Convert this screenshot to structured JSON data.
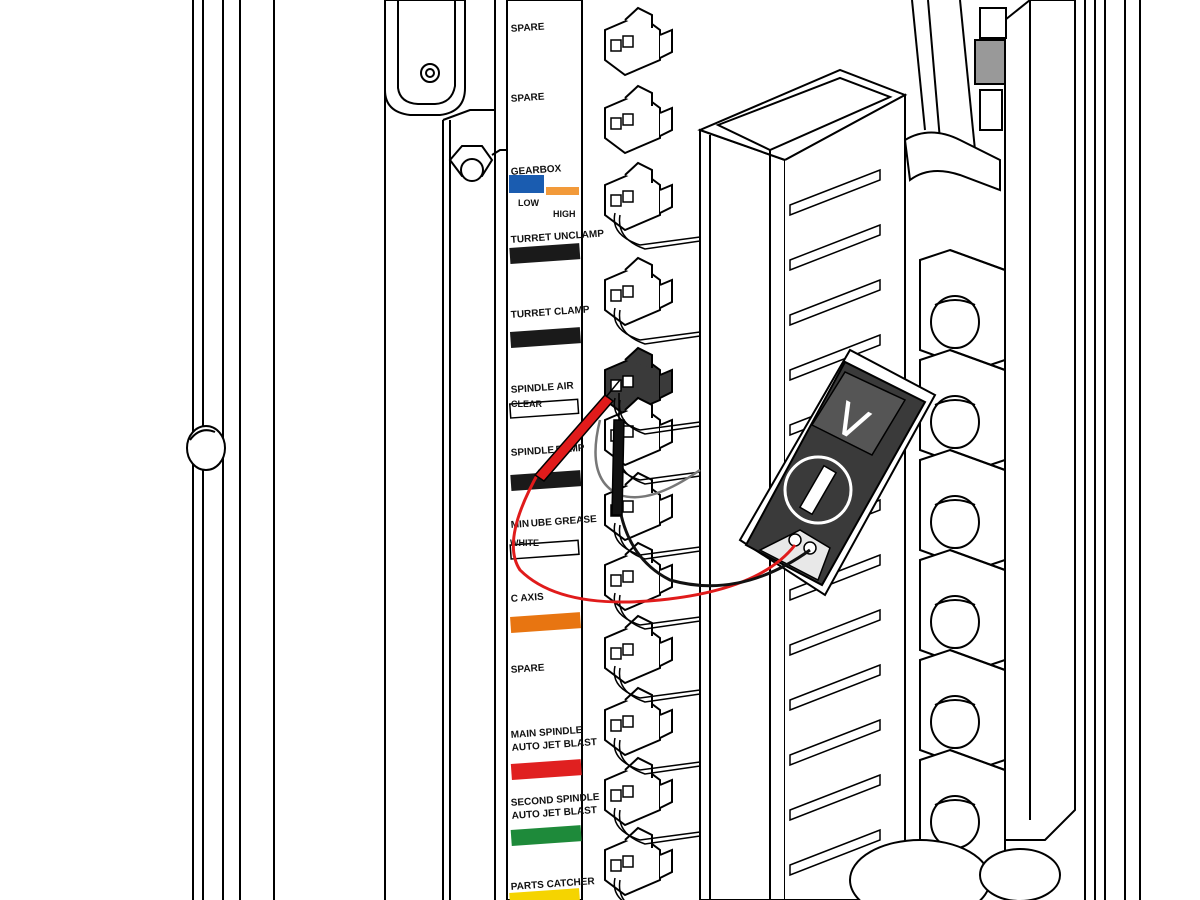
{
  "labels": [
    {
      "key": "spare1",
      "lines": [
        "SPARE"
      ],
      "bar": null
    },
    {
      "key": "spare2",
      "lines": [
        "SPARE"
      ],
      "bar": null
    },
    {
      "key": "gearbox",
      "lines": [
        "GEARBOX"
      ],
      "bar": "split"
    },
    {
      "key": "turret_unclamp",
      "lines": [
        "TURRET UNCLAMP"
      ],
      "bar": "#1a1a1a"
    },
    {
      "key": "turret_clamp",
      "lines": [
        "TURRET CLAMP"
      ],
      "bar": "#1a1a1a"
    },
    {
      "key": "spindle_air",
      "lines": [
        "SPINDLE AIR"
      ],
      "bar": "outline"
    },
    {
      "key": "spindle_pump",
      "lines": [
        "SPINDLE",
        "PUMP"
      ],
      "bar": "#1a1a1a"
    },
    {
      "key": "min_lube",
      "lines": [
        "MIN",
        "UBE GREASE"
      ],
      "bar": "outline"
    },
    {
      "key": "c_axis",
      "lines": [
        "C AXIS"
      ],
      "bar": "#e87511"
    },
    {
      "key": "spare3",
      "lines": [
        "SPARE"
      ],
      "bar": null
    },
    {
      "key": "main_spindle",
      "lines": [
        "MAIN SPINDLE",
        "AUTO JET BLAST"
      ],
      "bar": "#e02020"
    },
    {
      "key": "second_spindle",
      "lines": [
        "SECOND SPINDLE",
        "AUTO JET BLAST"
      ],
      "bar": "#1e8a3a"
    },
    {
      "key": "parts_catcher",
      "lines": [
        "PARTS CATCHER"
      ],
      "bar": "#f5d400"
    }
  ],
  "sublabels": {
    "gearbox_low": "LOW",
    "gearbox_high": "HIGH",
    "spindle_air_clear": "CLEAR",
    "min_lube_white": "WHITE"
  },
  "meter": {
    "mode_symbol": "V",
    "body_color": "#3a3a3a",
    "screen_color": "#555555"
  },
  "colors": {
    "gearbox_low": "#1a5cb0",
    "gearbox_high": "#f29a3a",
    "probe_red": "#e01b1b",
    "probe_black": "#111111"
  }
}
